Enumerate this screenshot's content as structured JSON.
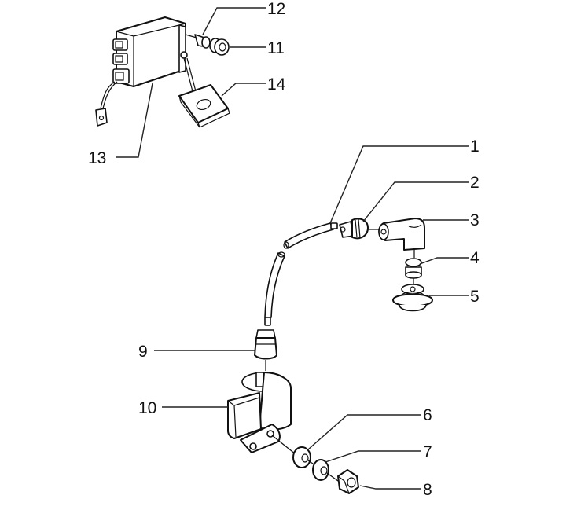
{
  "diagram": {
    "title": "Ignition system exploded view",
    "callouts": [
      {
        "id": "1",
        "label": "1",
        "part": "high-tension-cable"
      },
      {
        "id": "2",
        "label": "2",
        "part": "cable-connector"
      },
      {
        "id": "3",
        "label": "3",
        "part": "spark-plug-cap"
      },
      {
        "id": "4",
        "label": "4",
        "part": "cap-seal"
      },
      {
        "id": "5",
        "label": "5",
        "part": "rubber-boot"
      },
      {
        "id": "6",
        "label": "6",
        "part": "washer"
      },
      {
        "id": "7",
        "label": "7",
        "part": "spring-washer"
      },
      {
        "id": "8",
        "label": "8",
        "part": "nut"
      },
      {
        "id": "9",
        "label": "9",
        "part": "coil-terminal-cap"
      },
      {
        "id": "10",
        "label": "10",
        "part": "ignition-coil"
      },
      {
        "id": "11",
        "label": "11",
        "part": "grommet"
      },
      {
        "id": "12",
        "label": "12",
        "part": "spacer"
      },
      {
        "id": "13",
        "label": "13",
        "part": "electronic-control-unit"
      },
      {
        "id": "14",
        "label": "14",
        "part": "mounting-pad"
      }
    ]
  }
}
